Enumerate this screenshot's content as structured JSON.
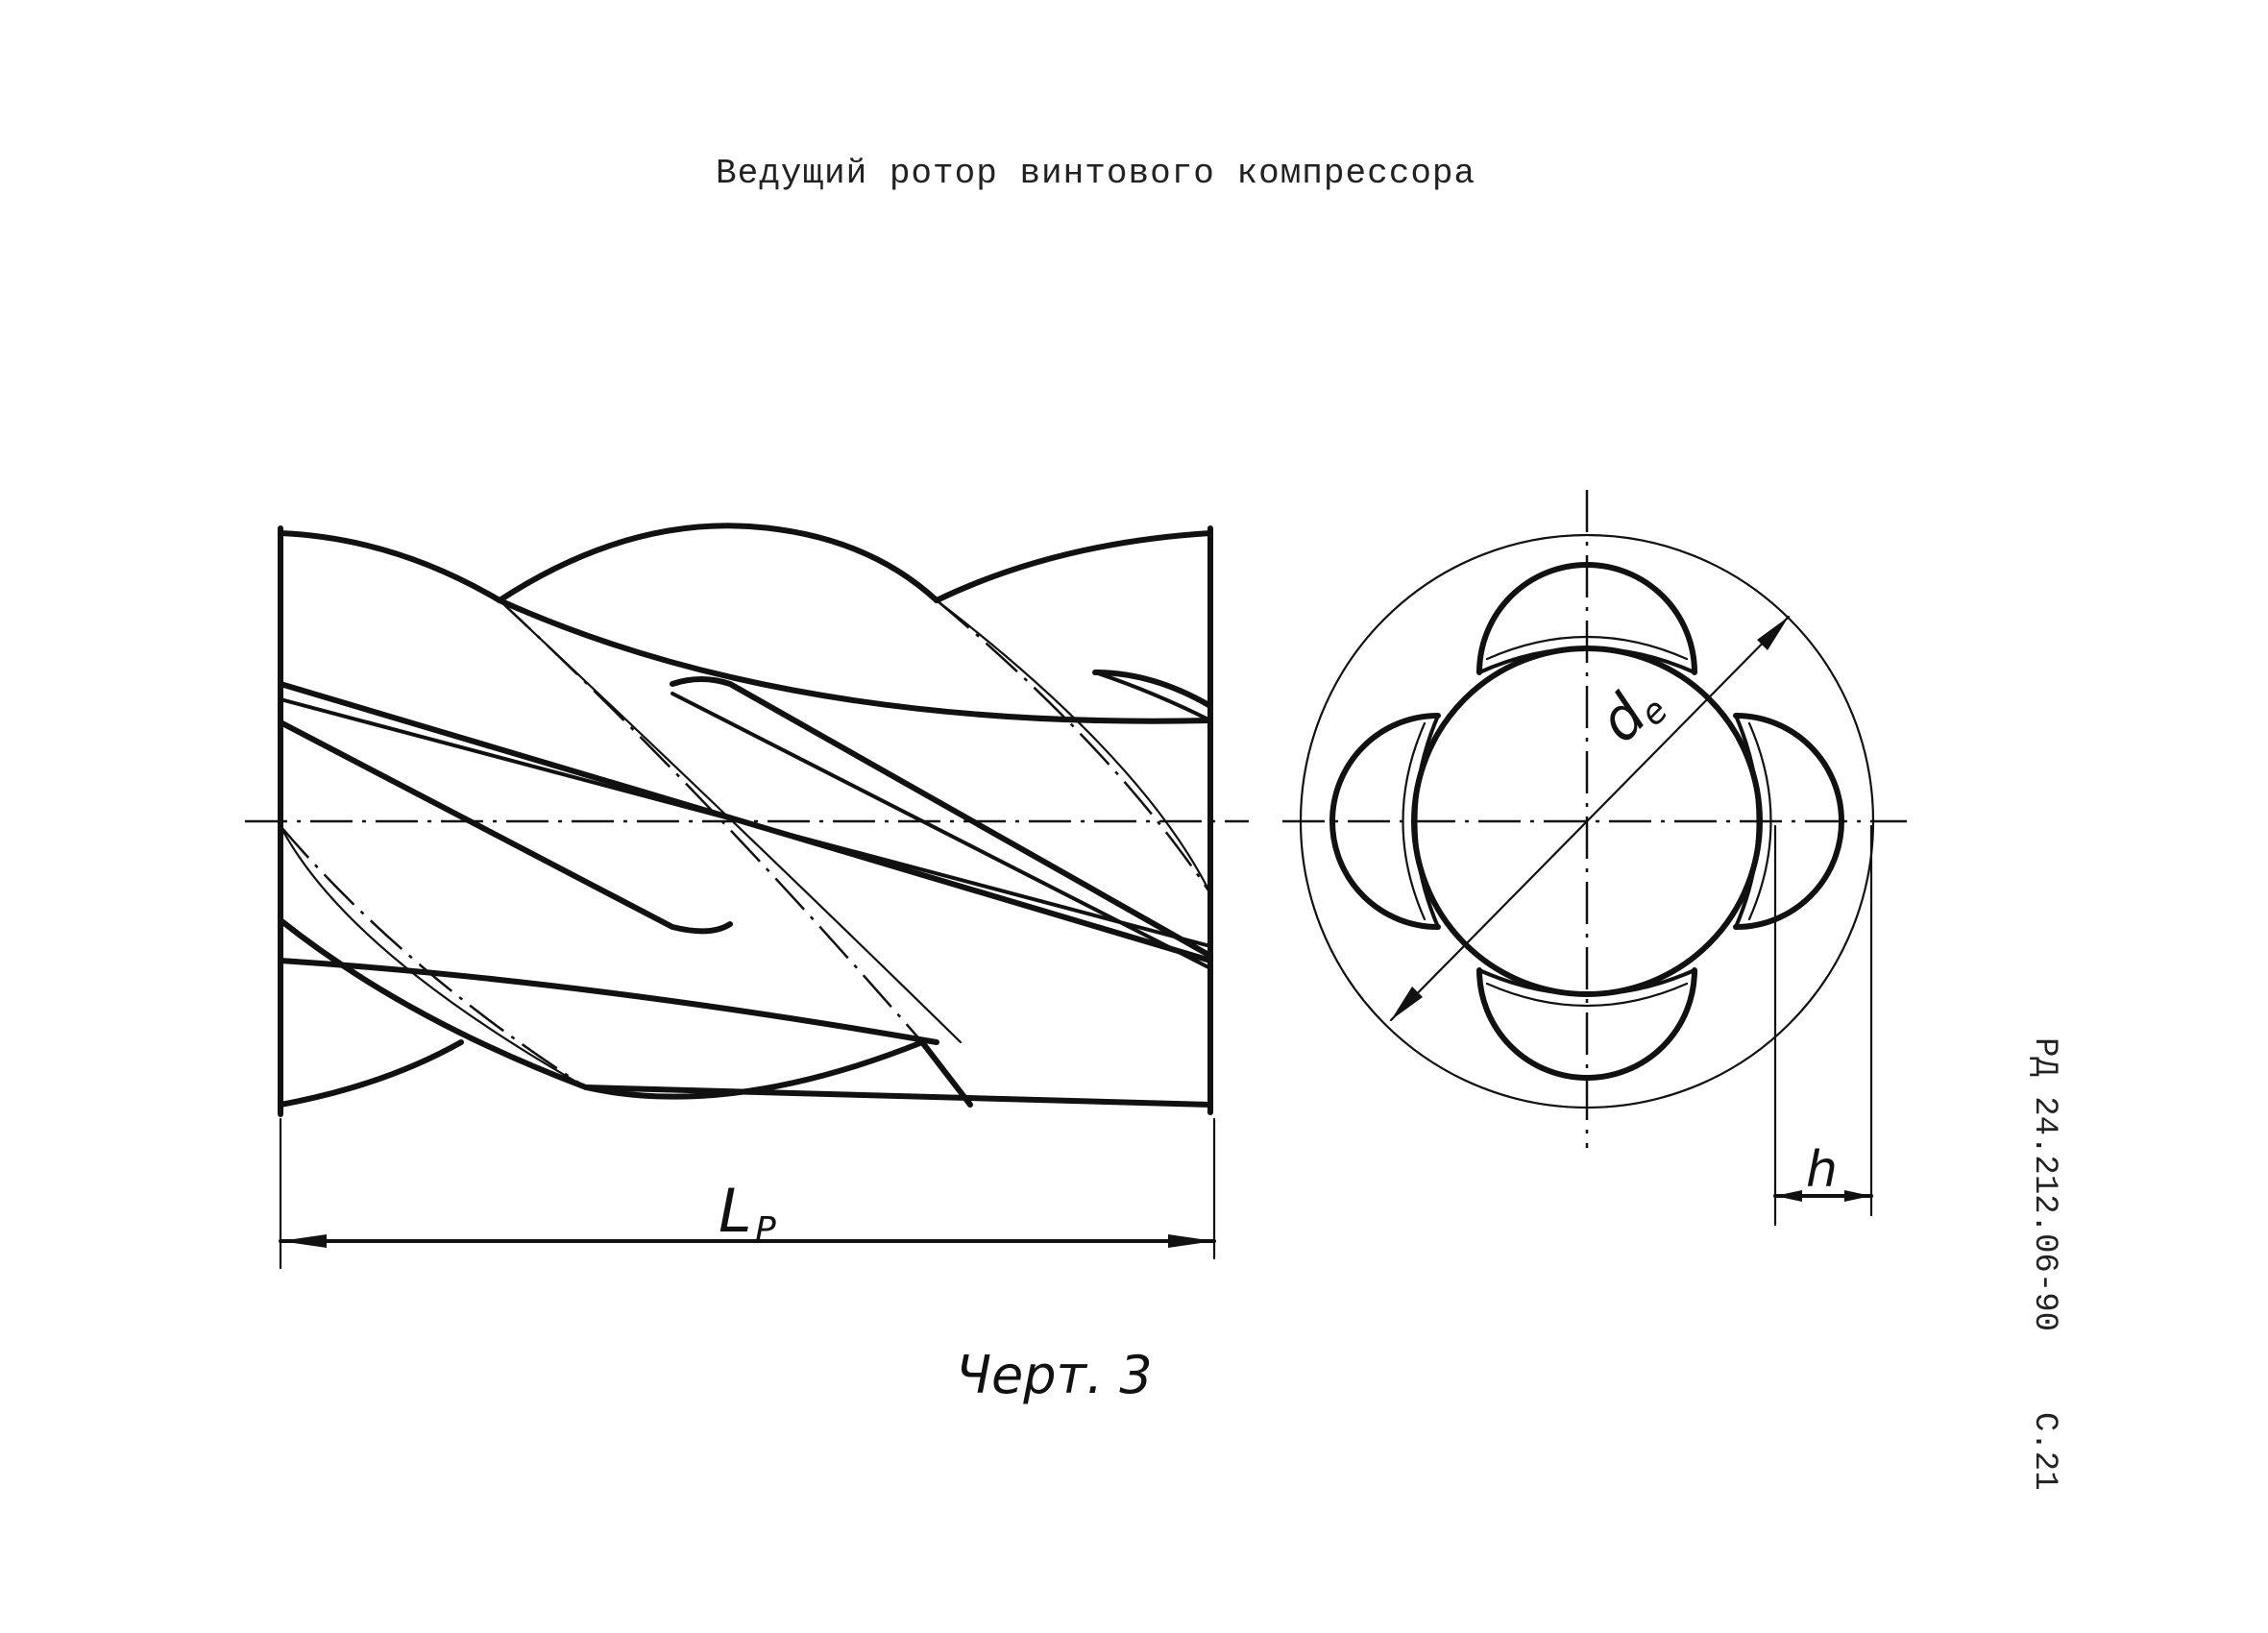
{
  "caption": "Ведущий ротор винтового компрессора",
  "figure_label": "Черт. 3",
  "labels": {
    "length": "L",
    "length_sub": "P",
    "diameter": "d",
    "diameter_sub": "e",
    "height": "h"
  },
  "margin": {
    "doc_number": "РД 24.212.06-90",
    "page": "С.21"
  }
}
